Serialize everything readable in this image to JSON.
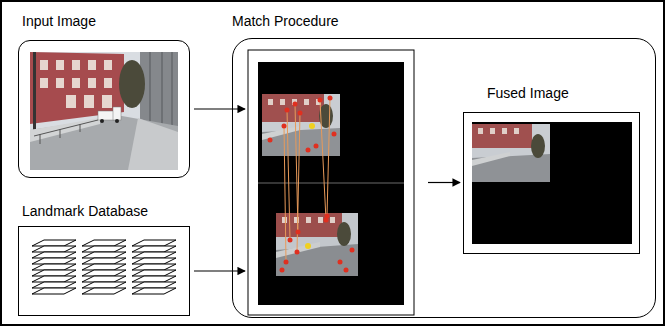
{
  "diagram": {
    "nodes": [
      {
        "text": [
          "Input Image"
        ]
      },
      {
        "text": [
          "Landmark Database"
        ]
      },
      {
        "text": [
          "Match Procedure"
        ]
      },
      {
        "text": [
          "Fused Image"
        ],
        "in": 2
      }
    ],
    "edges": [
      {
        "from": 0,
        "to": 2,
        "arrow": "to"
      },
      {
        "from": 1,
        "to": 2,
        "arrow": "to"
      },
      {
        "from": 2,
        "to": 3,
        "arrow": "to"
      }
    ]
  }
}
